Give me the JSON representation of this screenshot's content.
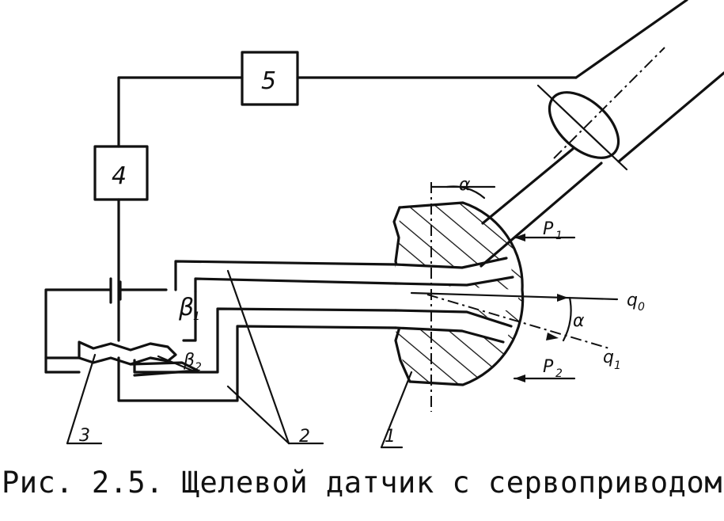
{
  "figure": {
    "blocks": {
      "block4": "4",
      "block5": "5"
    },
    "callouts": {
      "part1": "1",
      "part2": "2",
      "part3": "3"
    },
    "nozzles": {
      "b1": "β",
      "b1_sub": "1",
      "b2": "β",
      "b2_sub": "2"
    },
    "pressures": {
      "p1": "P",
      "p1_sub": "1",
      "p2": "P",
      "p2_sub": "2"
    },
    "vectors": {
      "q0": "q",
      "q0_sub": "0",
      "q1": "q",
      "q1_sub": "1"
    },
    "angles": {
      "alpha_top": "α",
      "alpha_right": "α"
    }
  },
  "caption": "Рис. 2.5. Щелевой датчик с сервоприводом"
}
